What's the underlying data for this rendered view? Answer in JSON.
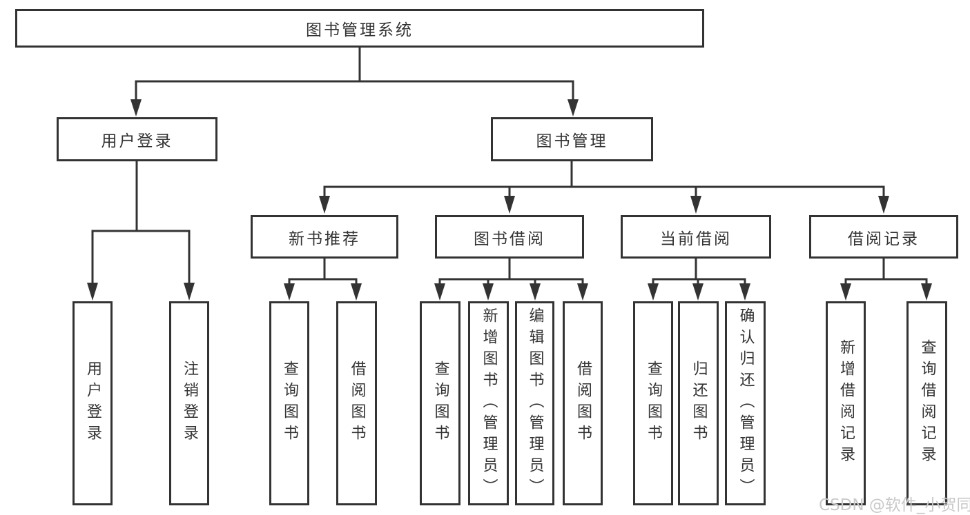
{
  "colors": {
    "line": "#333333",
    "box_border": "#333333",
    "text": "#333333",
    "background": "#ffffff",
    "watermark": "#c9c9c9"
  },
  "watermark": "CSDN @软件_小贺同学",
  "tree": {
    "root": {
      "label": "图书管理系统"
    },
    "level2": [
      {
        "label": "用户登录",
        "children": [
          {
            "label": "用户登录"
          },
          {
            "label": "注销登录"
          }
        ]
      },
      {
        "label": "图书管理",
        "sections": [
          {
            "label": "新书推荐",
            "children": [
              {
                "label": "查询图书"
              },
              {
                "label": "借阅图书"
              }
            ]
          },
          {
            "label": "图书借阅",
            "children": [
              {
                "label": "查询图书"
              },
              {
                "label": "新增图书（管理员）"
              },
              {
                "label": "编辑图书（管理员）"
              },
              {
                "label": "借阅图书"
              }
            ]
          },
          {
            "label": "当前借阅",
            "children": [
              {
                "label": "查询图书"
              },
              {
                "label": "归还图书"
              },
              {
                "label": "确认归还（管理员）"
              }
            ]
          },
          {
            "label": "借阅记录",
            "children": [
              {
                "label": "新增借阅记录"
              },
              {
                "label": "查询借阅记录"
              }
            ]
          }
        ]
      }
    ]
  }
}
